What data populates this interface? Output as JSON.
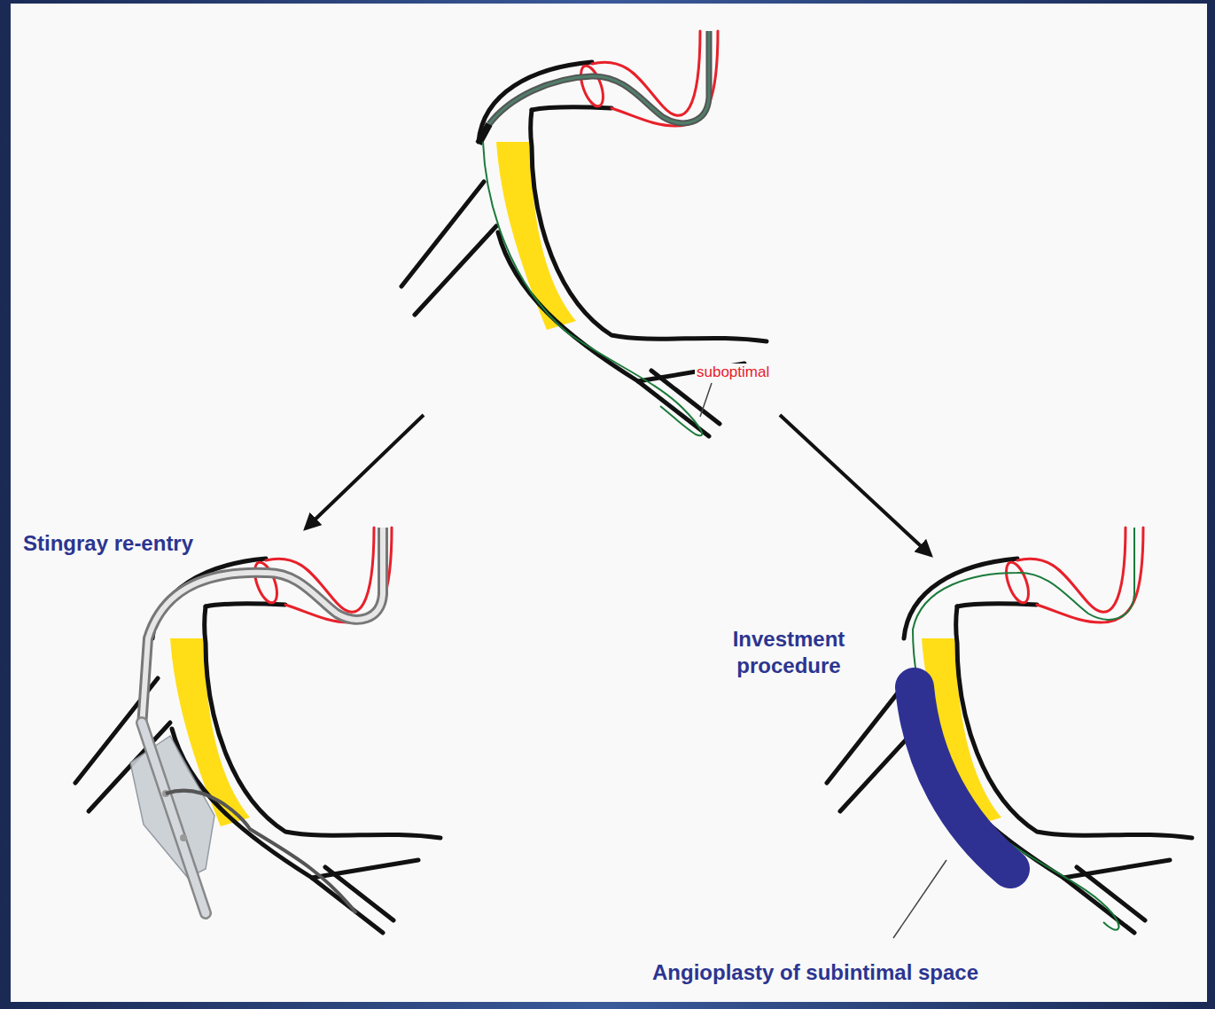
{
  "diagram": {
    "labels": [
      "suboptimal",
      "Stingray re-entry",
      "Investment procedure",
      "Angioplasty of subintimal space"
    ]
  }
}
